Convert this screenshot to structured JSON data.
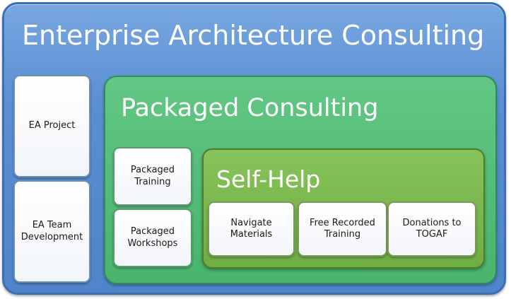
{
  "outer": {
    "title": "Enterprise Architecture Consulting",
    "items": [
      "EA Project",
      "EA Team\nDevelopment"
    ]
  },
  "packaged": {
    "title": "Packaged Consulting",
    "items": [
      "Packaged\nTraining",
      "Packaged\nWorkshops"
    ]
  },
  "self_help": {
    "title": "Self-Help",
    "items": [
      "Navigate\nMaterials",
      "Free Recorded\nTraining",
      "Donations to\nTOGAF"
    ]
  },
  "colors": {
    "outer": "#5b8fd3",
    "packaged": "#48b46c",
    "self_help": "#6fae44",
    "box": "#ffffff"
  }
}
